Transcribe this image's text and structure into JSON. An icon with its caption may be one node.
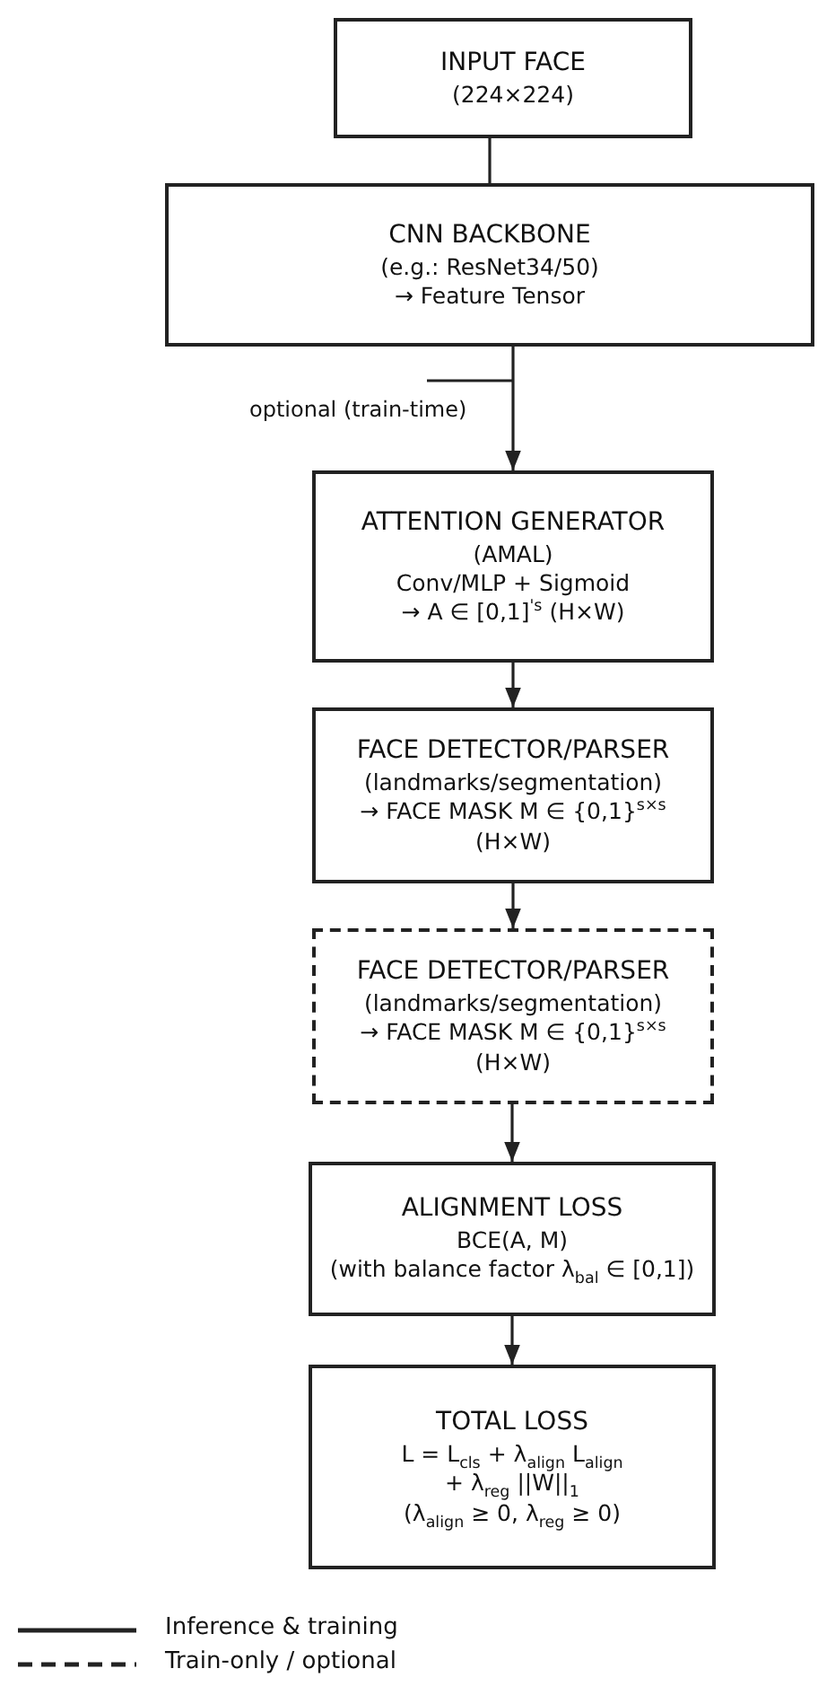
{
  "diagram": {
    "nodes": [
      {
        "text": [
          "INPUT FACE",
          "(224×224)"
        ]
      },
      {
        "text": [
          "CNN BACKBONE",
          "(e.g.: ResNet34/50)",
          "→ Feature Tensor"
        ]
      },
      {
        "text": [
          "ATTENTION GENERATOR",
          "(AMAL)",
          "Conv/MLP + Sigmoid",
          "→ A ∈ [0,1]$^{'s}$ (H×W)"
        ]
      },
      {
        "text": [
          "FACE DETECTOR/PARSER",
          "(landmarks/segmentation)",
          "→ FACE MASK M ∈ {0,1}$^{s×s}$",
          "(H×W)"
        ]
      },
      {
        "text": [
          "FACE DETECTOR/PARSER",
          "(landmarks/segmentation)",
          "→ FACE MASK M ∈ {0,1}$^{s×s}$",
          "(H×W)"
        ]
      },
      {
        "text": [
          "ALIGNMENT LOSS",
          "BCE(A, M)",
          "(with balance factor λ$_{bal}$ ∈ [0,1])"
        ]
      },
      {
        "text": [
          "TOTAL LOSS",
          "L = L$_{cls}$ + λ$_{align}$ L$_{align}$",
          "+ λ$_{reg}$ ||W||$_{1}$",
          "(λ$_{align}$ ≥ 0, λ$_{reg}$ ≥ 0)"
        ]
      }
    ],
    "edges": [
      {
        "from": 0,
        "to": 1,
        "arrow": "none"
      },
      {
        "from": 1,
        "to": 2,
        "arrow": "to",
        "label": "optional (train-time)"
      },
      {
        "from": 2,
        "to": 3,
        "arrow": "to"
      },
      {
        "from": 3,
        "to": 4,
        "arrow": "to"
      },
      {
        "from": 4,
        "to": 5,
        "arrow": "to"
      },
      {
        "from": 5,
        "to": 6,
        "arrow": "to"
      }
    ],
    "legend": [
      {
        "text": "Inference & training"
      },
      {
        "text": "Train-only / optional"
      }
    ]
  }
}
